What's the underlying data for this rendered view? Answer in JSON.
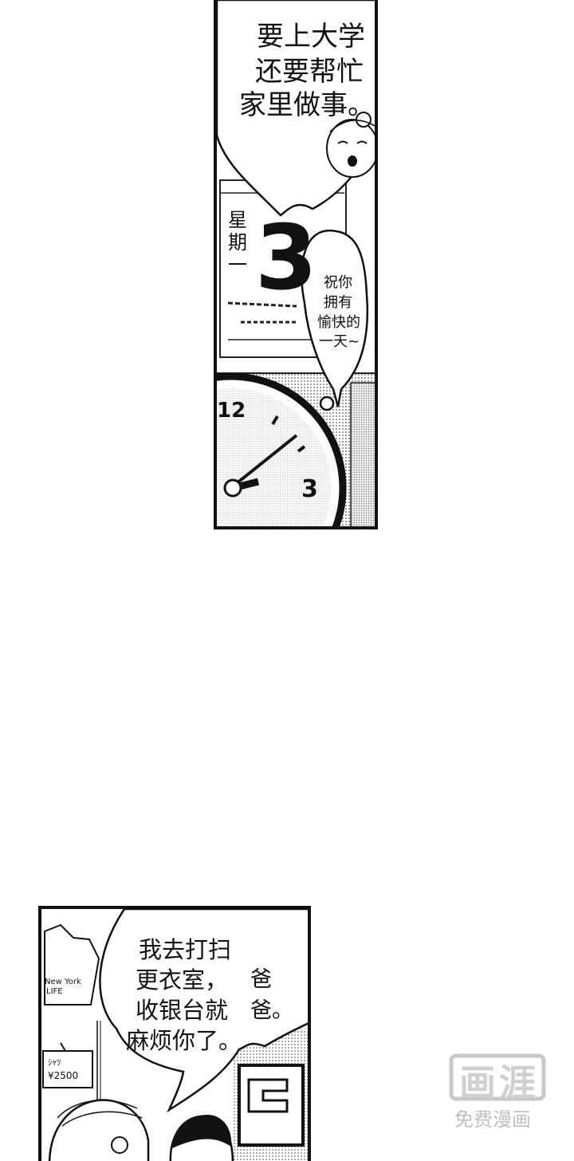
{
  "top_panel": {
    "speech_1_lines": [
      "要上大学",
      "还要帮忙",
      "家里做事。"
    ],
    "calendar": {
      "weekday_lines": [
        "星",
        "期",
        "一"
      ],
      "day_number": "3"
    },
    "speech_2_lines": [
      "祝你",
      "拥有",
      "愉快的",
      "一天~"
    ],
    "clock": {
      "numeral_12": "12",
      "numeral_3": "3"
    }
  },
  "bottom_panel": {
    "speech_lines": [
      "我去打扫",
      "更衣室，",
      "收银台就",
      "麻烦你了。"
    ],
    "speech_side": "爸爸。",
    "shirt_tag_lines": [
      "New York",
      "LIFE"
    ],
    "price_tag_lines": [
      "ｼｬﾂ",
      "¥2500"
    ]
  },
  "watermark": {
    "logo_text": "画涯",
    "sub_text": "免费漫画"
  }
}
